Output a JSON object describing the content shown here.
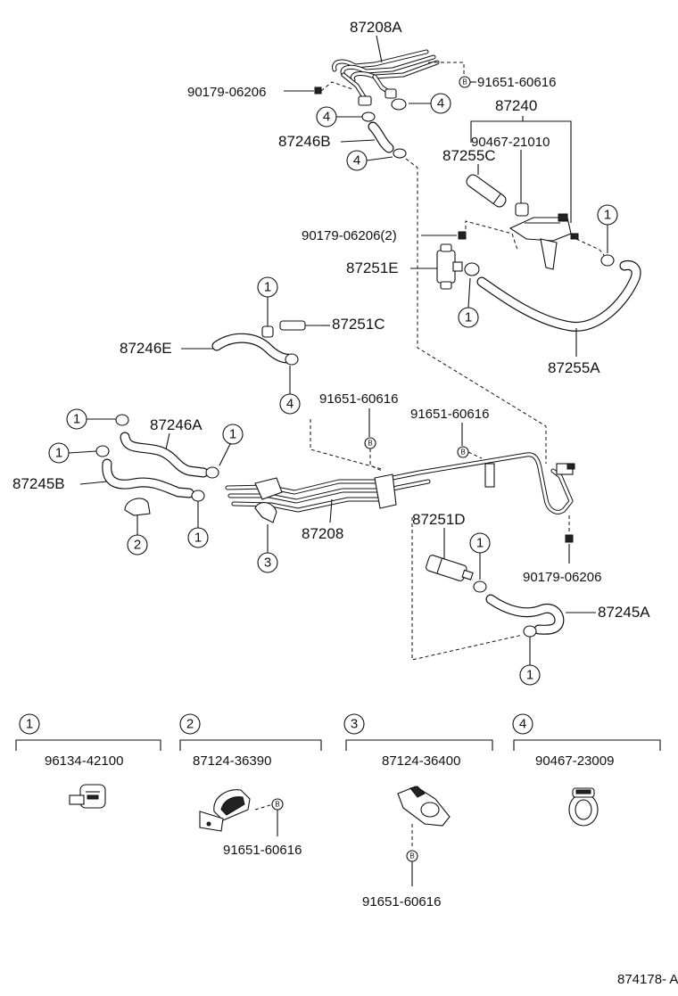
{
  "diagram_id": "874178- A",
  "labels": {
    "p87208A": "87208A",
    "p91651_60616_top": "91651-60616",
    "p90179_06206_top": "90179-06206",
    "p87240": "87240",
    "p87246B": "87246B",
    "p90467_21010": "90467-21010",
    "p87255C": "87255C",
    "p90179_06206_2": "90179-06206(2)",
    "p87251E": "87251E",
    "p87251C": "87251C",
    "p87246E": "87246E",
    "p87255A": "87255A",
    "p91651_60616_mid1": "91651-60616",
    "p91651_60616_mid2": "91651-60616",
    "p87246A": "87246A",
    "p87245B": "87245B",
    "p87208": "87208",
    "p87251D": "87251D",
    "p90179_06206_right": "90179-06206",
    "p87245A": "87245A"
  },
  "markers": {
    "n1": "1",
    "n2": "2",
    "n3": "3",
    "n4": "4",
    "b": "B"
  },
  "legend": [
    {
      "key": "1",
      "part": "96134-42100",
      "sub": ""
    },
    {
      "key": "2",
      "part": "87124-36390",
      "sub": "91651-60616"
    },
    {
      "key": "3",
      "part": "87124-36400",
      "sub": "91651-60616"
    },
    {
      "key": "4",
      "part": "90467-23009",
      "sub": ""
    }
  ]
}
